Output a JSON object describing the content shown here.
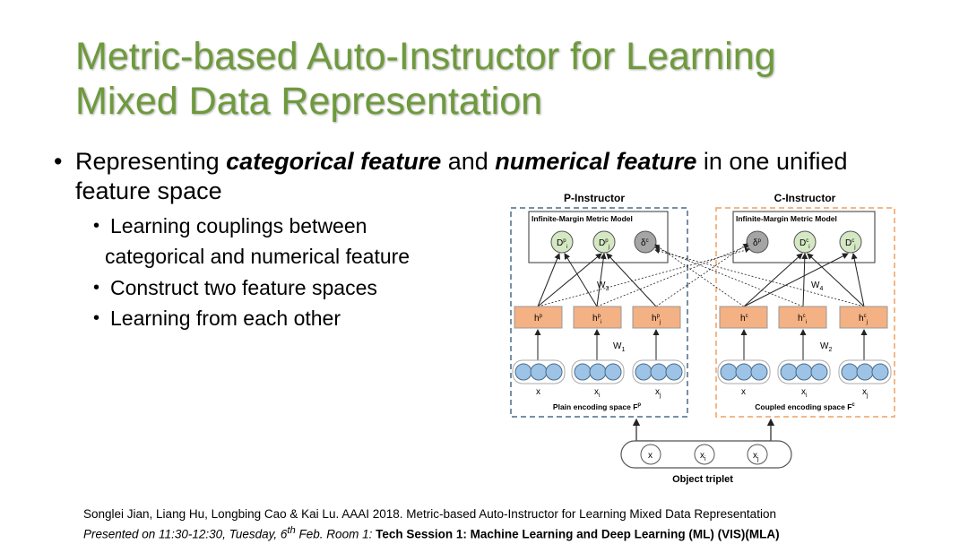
{
  "slide": {
    "title_line1": "Metric-based Auto-Instructor for Learning",
    "title_line2": "Mixed Data Representation",
    "bullet": {
      "pre": "Representing ",
      "em1": "categorical feature",
      "mid": " and ",
      "em2": "numerical feature",
      "post": " in one unified feature space"
    },
    "subbullets": [
      "Learning couplings between",
      "categorical and numerical feature",
      "Construct two feature spaces",
      "Learning from each other"
    ],
    "reference_line1": "Songlei Jian, Liang Hu, Longbing Cao & Kai Lu. AAAI 2018. Metric-based Auto-Instructor for Learning Mixed Data Representation",
    "reference_line2": {
      "italic": "Presented on 11:30-12:30, Tuesday,  6",
      "sup": "th",
      "italic2": " Feb. Room 1: ",
      "bold": "Tech Session 1: Machine Learning and Deep Learning (ML) (VIS)(MLA)"
    }
  },
  "diagram": {
    "p_instructor": "P-Instructor",
    "c_instructor": "C-Instructor",
    "metric_model_label": "Infinite-Margin Metric Model",
    "p_nodes": [
      "D",
      "D",
      "δ"
    ],
    "p_nodes_sup": [
      "p",
      "p",
      "c"
    ],
    "p_nodes_sub": [
      "i",
      "j",
      ""
    ],
    "c_nodes": [
      "δ",
      "D",
      "D"
    ],
    "c_nodes_sup": [
      "p",
      "c",
      "c"
    ],
    "c_nodes_sub": [
      "",
      "i",
      "j"
    ],
    "p_h": [
      "h",
      "h",
      "h"
    ],
    "p_h_sup": [
      "p",
      "p",
      "p"
    ],
    "p_h_sub": [
      "",
      "i",
      "j"
    ],
    "c_h": [
      "h",
      "h",
      "h"
    ],
    "c_h_sup": [
      "c",
      "c",
      "c"
    ],
    "c_h_sub": [
      "",
      "i",
      "j"
    ],
    "w3": "W",
    "w3_sub": "3",
    "w4": "W",
    "w4_sub": "4",
    "w1": "W",
    "w1_sub": "1",
    "w2": "W",
    "w2_sub": "2",
    "x_labels": [
      "x",
      "x",
      "x"
    ],
    "x_subs": [
      "",
      "i",
      "j"
    ],
    "plain_space": "Plain encoding space F",
    "plain_space_sup": "p",
    "coupled_space": "Coupled  encoding space F",
    "coupled_space_sup": "c",
    "triplet": [
      "x",
      "x",
      "x"
    ],
    "triplet_subs": [
      "",
      "i",
      "j"
    ],
    "object_triplet": "Object triplet"
  },
  "colors": {
    "title": "#6e9a3c",
    "p_border": "#4a6b8a",
    "c_border": "#f0a060",
    "h_box": "#f4b183",
    "x_circle": "#9dc3e6",
    "node_green": "#d5e8c4",
    "node_gray": "#a5a5a5"
  }
}
